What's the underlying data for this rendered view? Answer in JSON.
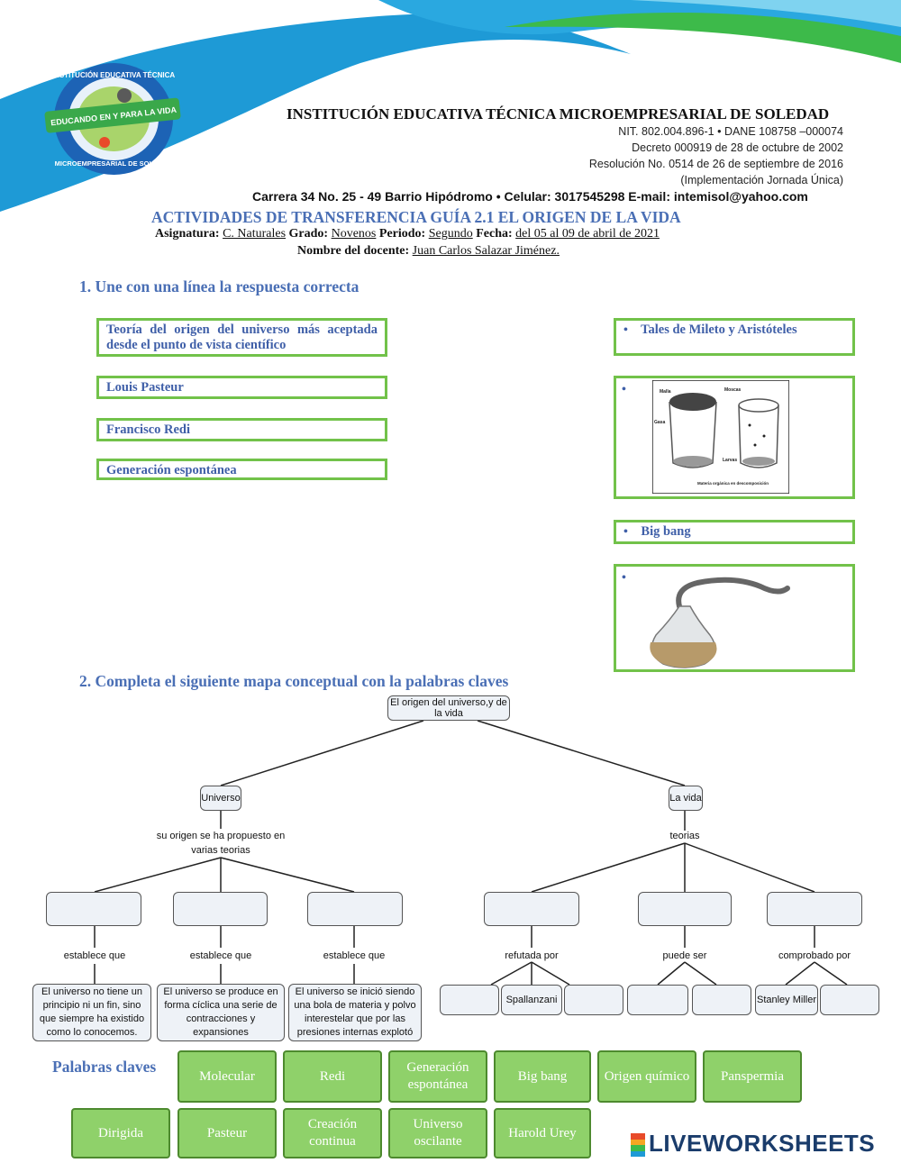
{
  "header": {
    "logo_top": "INSTITUCIÓN EDUCATIVA TÉCNICA",
    "logo_ribbon": "EDUCANDO EN Y PARA LA VIDA",
    "logo_bottom": "MICROEMPRESARIAL DE SOLEDAD",
    "school": "INSTITUCIÓN EDUCATIVA TÉCNICA MICROEMPRESARIAL DE SOLEDAD",
    "lines": [
      "NIT. 802.004.896-1  •  DANE 108758 –000074",
      "Decreto 000919 de 28 de octubre de 2002",
      "Resolución No. 0514 de 26 de septiembre de 2016",
      "(Implementación Jornada Única)"
    ],
    "contact": "Carrera 34 No. 25 - 49 Barrio Hipódromo •  Celular: 3017545298  E-mail: intemisol@yahoo.com",
    "colors": {
      "wave_blue": "#1e9ad6",
      "wave_green": "#3dba4a"
    }
  },
  "title": "ACTIVIDADES DE TRANSFERENCIA GUÍA 2.1 EL ORIGEN DE LA VIDA",
  "meta": {
    "asignatura_label": "Asignatura:",
    "asignatura": "C. Naturales",
    "grado_label": "Grado:",
    "grado": "Novenos",
    "periodo_label": "Periodo:",
    "periodo": "Segundo",
    "fecha_label": "Fecha:",
    "fecha": "del 05 al 09 de abril de 2021",
    "docente_label": "Nombre del docente:",
    "docente": "Juan Carlos Salazar Jiménez."
  },
  "q1": {
    "heading": "1.   Une con una línea la respuesta correcta",
    "left": [
      "Teoría del origen del universo más aceptada desde el punto de vista científico",
      "Louis Pasteur",
      "Francisco Redi",
      "Generación espontánea"
    ],
    "right": [
      "Tales de Mileto y Aristóteles",
      "Big bang"
    ],
    "bullet": "•",
    "image_labels": [
      "Moscas",
      "Malla",
      "Gasa",
      "Larvas",
      "Materia orgánica en descomposición"
    ]
  },
  "q2": {
    "heading": "2.   Completa el siguiente mapa conceptual con la palabras claves",
    "root": "El origen del universo,y de la vida",
    "universo": "Universo",
    "lavida": "La vida",
    "label_universo_1": "su origen se ha propuesto en",
    "label_universo_2": "varias teorias",
    "label_vida": "teorias",
    "establece": "establece que",
    "refutada": "refutada por",
    "puede": "puede ser",
    "comprobado": "comprobado por",
    "desc1": "El universo no tiene un principio ni un fin, sino que siempre ha existido como lo conocemos.",
    "desc2": "El universo se produce en forma cíclica una  serie de contracciones y expansiones",
    "desc3": "El universo se inició siendo una bola de materia y polvo interestelar que por las presiones internas explotó",
    "spallanzani": "Spallanzani",
    "stanley": "Stanley Miller"
  },
  "keywords": {
    "label": "Palabras claves",
    "row1": [
      "Molecular",
      "Redi",
      "Generación espontánea",
      "Big bang",
      "Origen químico",
      "Panspermia"
    ],
    "row2": [
      "Dirigida",
      "Pasteur",
      "Creación continua",
      "Universo oscilante",
      "Harold Urey"
    ],
    "color": "#8fd16a"
  },
  "footer": {
    "brand": "LIVEWORKSHEETS"
  }
}
